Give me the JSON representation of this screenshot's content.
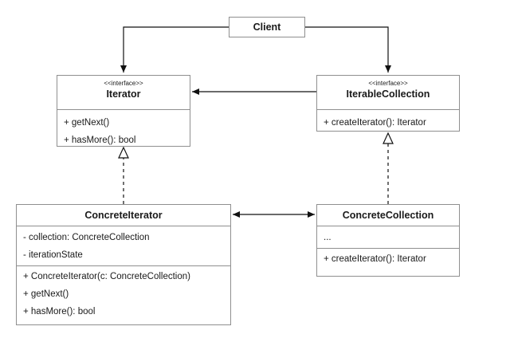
{
  "client": {
    "name": "Client"
  },
  "iterator": {
    "stereotype": "<<interface>>",
    "name": "Iterator",
    "methods": [
      "+ getNext()",
      "+ hasMore(): bool"
    ]
  },
  "iterable_collection": {
    "stereotype": "<<interface>>",
    "name": "IterableCollection",
    "methods": [
      "+ createIterator(): Iterator"
    ]
  },
  "concrete_iterator": {
    "name": "ConcreteIterator",
    "fields": [
      "- collection: ConcreteCollection",
      "- iterationState"
    ],
    "methods": [
      "+ ConcreteIterator(c: ConcreteCollection)",
      "+ getNext()",
      "+ hasMore(): bool"
    ]
  },
  "concrete_collection": {
    "name": "ConcreteCollection",
    "fields": [
      "..."
    ],
    "methods": [
      "+ createIterator(): Iterator"
    ]
  }
}
